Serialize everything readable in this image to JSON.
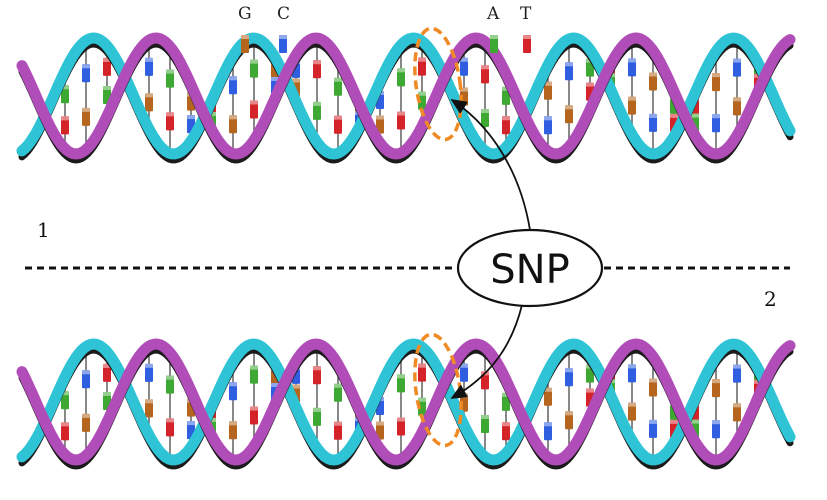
{
  "legend": {
    "bases": [
      {
        "letter": "G",
        "color": "#b5651d"
      },
      {
        "letter": "C",
        "color": "#2f5fe0"
      },
      {
        "letter": "A",
        "color": "#3da832"
      },
      {
        "letter": "T",
        "color": "#d4242a"
      }
    ]
  },
  "strand_1_number": "1",
  "strand_2_number": "2",
  "snp_label": "SNP",
  "colors": {
    "backbone_cyan": "#2ec4d6",
    "backbone_magenta": "#b04db8",
    "backbone_dark": "#1b1b1b",
    "highlight": "#f08a24"
  },
  "highlighted_base": {
    "strand_1": "G",
    "strand_2": "A"
  }
}
